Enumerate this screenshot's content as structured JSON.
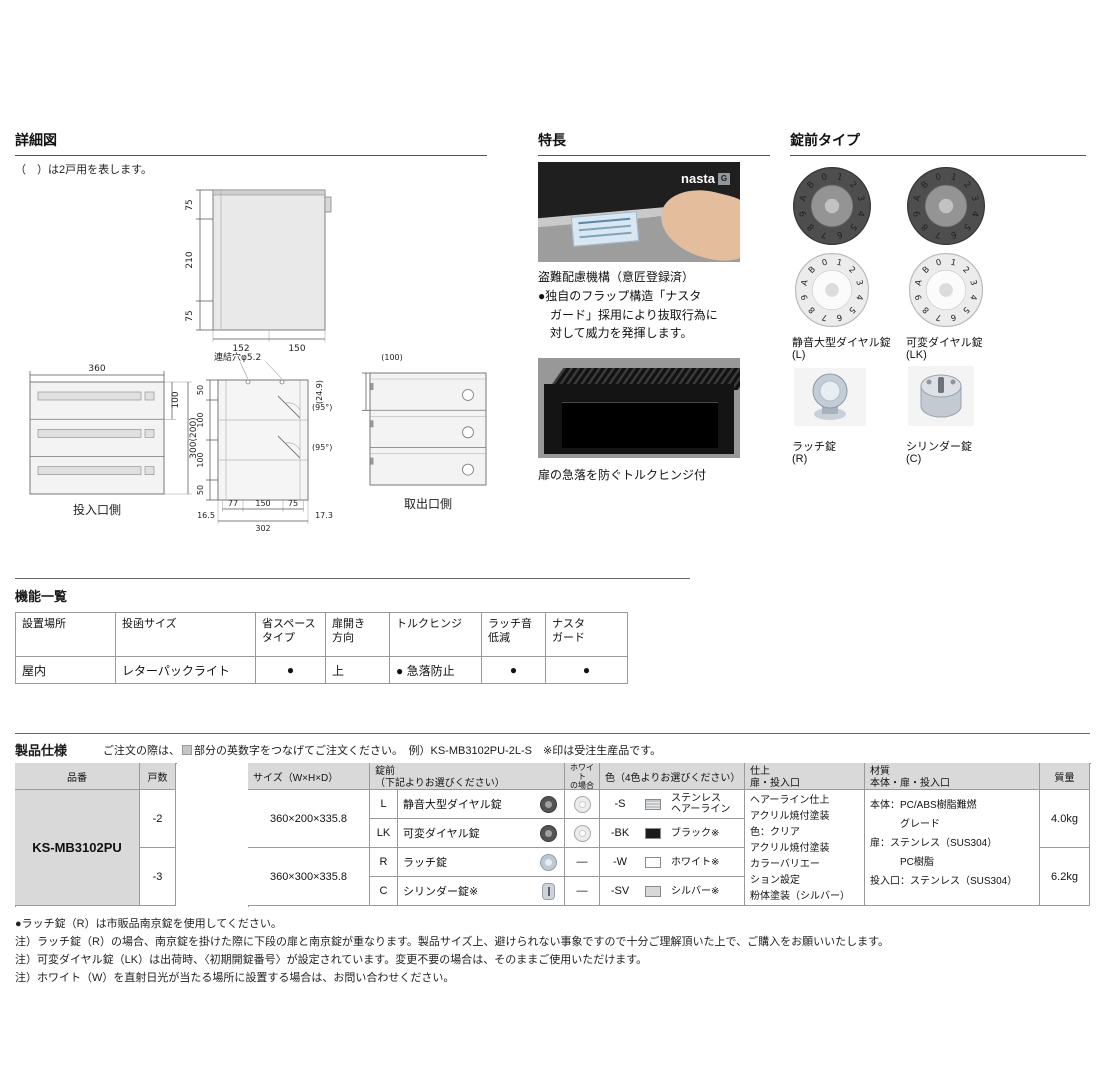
{
  "detail": {
    "title": "詳細図",
    "note": "（　）は2戸用を表します。",
    "side_view": {
      "dim_top": "75",
      "dim_mid": "210",
      "dim_bottom": "75",
      "dim_w1": "152",
      "dim_w2": "150"
    },
    "front_view": {
      "dim_width": "360",
      "dim_row": "100",
      "dim_total": "300(200)",
      "label": "投入口側"
    },
    "section_view": {
      "hole_label": "連結穴φ5.2",
      "dim_depth_top": "(24.9)",
      "dims_left": [
        "50",
        "100",
        "100",
        "50"
      ],
      "angle_top": "(95°)",
      "angle_bottom": "(95°)",
      "dim_b1": "16.5",
      "dim_b2": "77",
      "dim_b3": "150",
      "dim_b4": "75",
      "dim_total": "302",
      "dim_b5": "17.3"
    },
    "rear_view": {
      "dim_row": "(100)",
      "label": "取出口側"
    }
  },
  "features": {
    "title": "特長",
    "brand": "nasta",
    "brand_badge": "G",
    "photo1_caption": "盗難配慮機構（意匠登録済）",
    "photo1_desc": "●独自のフラップ構造「ナスタ\n　ガード」採用により抜取行為に\n　対して威力を発揮します。",
    "photo2_caption": "扉の急落を防ぐトルクヒンジ付"
  },
  "lock_types": {
    "title": "錠前タイプ",
    "dial_chars": "AB0123456789",
    "items": [
      {
        "name": "静音大型ダイヤル錠",
        "code": "(L)"
      },
      {
        "name": "可変ダイヤル錠",
        "code": "(LK)"
      },
      {
        "name": "ラッチ錠",
        "code": "(R)"
      },
      {
        "name": "シリンダー錠",
        "code": "(C)"
      }
    ]
  },
  "function_table": {
    "title": "機能一覧",
    "headers": [
      "設置場所",
      "投函サイズ",
      "省スペース\nタイプ",
      "扉開き\n方向",
      "トルクヒンジ",
      "ラッチ音\n低減",
      "ナスタ\nガード"
    ],
    "row": [
      "屋内",
      "レターパックライト",
      "●",
      "上",
      "● 急落防止",
      "●",
      "●"
    ]
  },
  "spec": {
    "title": "製品仕様",
    "note_pre": "ご注文の際は、",
    "note_post": "部分の英数字をつなげてご注文ください。　例）KS-MB3102PU-2L-S　※印は受注生産品です。",
    "headers": {
      "hinban": "品番",
      "kosu": "戸数",
      "size": "サイズ（W×H×D）",
      "lock": "錠前\n（下記よりお選びください）",
      "white": "ホワイト\nの場合",
      "color": "色（4色よりお選びください）",
      "finish": "仕上\n扉・投入口",
      "material": "材質\n本体・扉・投入口",
      "weight": "質量"
    },
    "hinban": "KS-MB3102PU",
    "rows": [
      {
        "kosu": "-2",
        "size": "360×200×335.8",
        "weight": "4.0kg"
      },
      {
        "kosu": "-3",
        "size": "360×300×335.8",
        "weight": "6.2kg"
      }
    ],
    "locks": [
      {
        "code": "L",
        "name": "静音大型ダイヤル錠",
        "icon": "dial-dark",
        "white_icon": "dial-light",
        "white_text": ""
      },
      {
        "code": "LK",
        "name": "可変ダイヤル錠",
        "icon": "dial-dark",
        "white_icon": "dial-light",
        "white_text": ""
      },
      {
        "code": "R",
        "name": "ラッチ錠",
        "icon": "latch",
        "white_icon": "none",
        "white_text": "—"
      },
      {
        "code": "C",
        "name": "シリンダー錠※",
        "icon": "cylinder",
        "white_icon": "none",
        "white_text": "—"
      }
    ],
    "colors": [
      {
        "code": "-S",
        "name": "ステンレス\nヘアーライン",
        "hex": "#c2c6c9",
        "style": "hairline"
      },
      {
        "code": "-BK",
        "name": "ブラック※",
        "hex": "#1b1b1b",
        "style": "plain"
      },
      {
        "code": "-W",
        "name": "ホワイト※",
        "hex": "#ffffff",
        "style": "plain"
      },
      {
        "code": "-SV",
        "name": "シルバー※",
        "hex": "#d8d8d8",
        "style": "plain"
      }
    ],
    "finish": "ヘアーライン仕上\nアクリル焼付塗装\n色：クリア\nアクリル焼付塗装\nカラーバリエー\nション設定\n粉体塗装（シルバー）",
    "material": "本体：PC/ABS樹脂難燃\n　　　グレード\n扉：ステンレス（SUS304）\n　　　PC樹脂\n投入口：ステンレス（SUS304）"
  },
  "footnotes": [
    "●ラッチ錠（R）は市販品南京錠を使用してください。",
    "注）ラッチ錠（R）の場合、南京錠を掛けた際に下段の扉と南京錠が重なります。製品サイズ上、避けられない事象ですので十分ご理解頂いた上で、ご購入をお願いいたします。",
    "注）可変ダイヤル錠（LK）は出荷時、〈初期開錠番号〉が設定されています。変更不要の場合は、そのままご使用いただけます。",
    "注）ホワイト（W）を直射日光が当たる場所に設置する場合は、お問い合わせください。"
  ]
}
